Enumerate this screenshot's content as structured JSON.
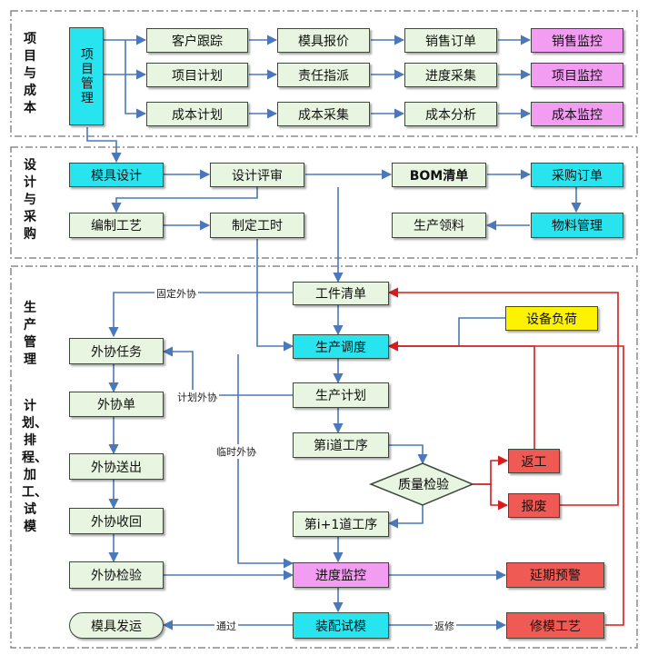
{
  "sections": {
    "s1_label": "项目与成本",
    "s2_label": "设计与采购",
    "s3_label": "生产管理",
    "s3_label_b": "计划、排程、加工、试模"
  },
  "nodes": {
    "xmgl": "项目管理",
    "khgz": "客户跟踪",
    "mjbj": "模具报价",
    "xsdd": "销售订单",
    "xsjk": "销售监控",
    "xmjh": "项目计划",
    "zrzp": "责任指派",
    "jdcj": "进度采集",
    "xmjk": "项目监控",
    "cbjh": "成本计划",
    "cbcj": "成本采集",
    "cbfx": "成本分析",
    "cbjk": "成本监控",
    "mjsj": "模具设计",
    "sjps": "设计评审",
    "bom": "BOM清单",
    "cgdd": "采购订单",
    "bzgy": "编制工艺",
    "zdgs": "制定工时",
    "scll": "生产领料",
    "wlgl": "物料管理",
    "gjqd": "工件清单",
    "sbfh": "设备负荷",
    "scdd": "生产调度",
    "scjh": "生产计划",
    "wxrw": "外协任务",
    "wxd": "外协单",
    "wxsc": "外协送出",
    "wxsh": "外协收回",
    "wxjy": "外协检验",
    "step_i": "第i道工序",
    "zljy": "质量检验",
    "fg": "返工",
    "bf": "报废",
    "step_i1": "第i+1道工序",
    "jdjk": "进度监控",
    "yqyj": "延期预警",
    "zpsm": "装配试模",
    "mjfy": "模具发运",
    "xmgy": "修模工艺"
  },
  "edge_labels": {
    "gdwx": "固定外协",
    "jhwx": "计划外协",
    "lswx": "临时外协",
    "tg": "通过",
    "fx": "返修"
  },
  "colors": {
    "green": "#e8f5e0",
    "cyan": "#27e4ef",
    "magenta": "#f29cf2",
    "yellow": "#fdf200",
    "red": "#f05a55",
    "arrow_blue": "#4a78b8",
    "arrow_red": "#d81c1c"
  }
}
